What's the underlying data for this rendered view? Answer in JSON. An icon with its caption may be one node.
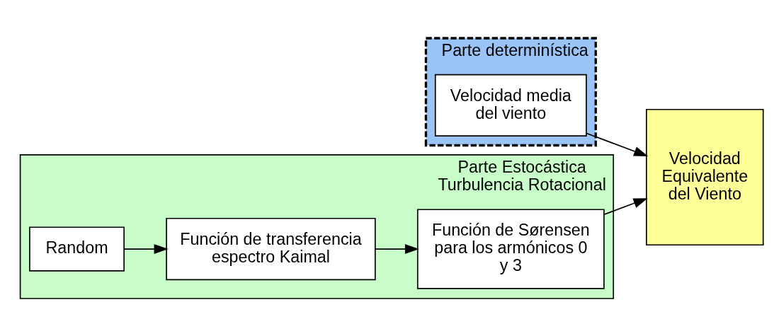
{
  "diagram": {
    "nodes": [
      {
        "text": [
          "Parte determinística"
        ]
      },
      {
        "text": [
          "Velocidad media del viento"
        ],
        "in": 0
      },
      {
        "text": [
          "Parte Estocástica",
          "Turbulencia Rotacional"
        ]
      },
      {
        "text": [
          "Random"
        ],
        "in": 2
      },
      {
        "text": [
          "Función de transferencia espectro Kaimal"
        ],
        "in": 2
      },
      {
        "text": [
          "Función de Sørensen para los armónicos 0 y 3"
        ],
        "in": 2
      },
      {
        "text": [
          "Velocidad Equivalente del Viento"
        ]
      }
    ],
    "edges": [
      {
        "from": 3,
        "to": 4,
        "arrow": "to"
      },
      {
        "from": 4,
        "to": 5,
        "arrow": "to"
      },
      {
        "from": 1,
        "to": 6,
        "arrow": "to"
      },
      {
        "from": 5,
        "to": 6,
        "arrow": "to"
      }
    ]
  }
}
